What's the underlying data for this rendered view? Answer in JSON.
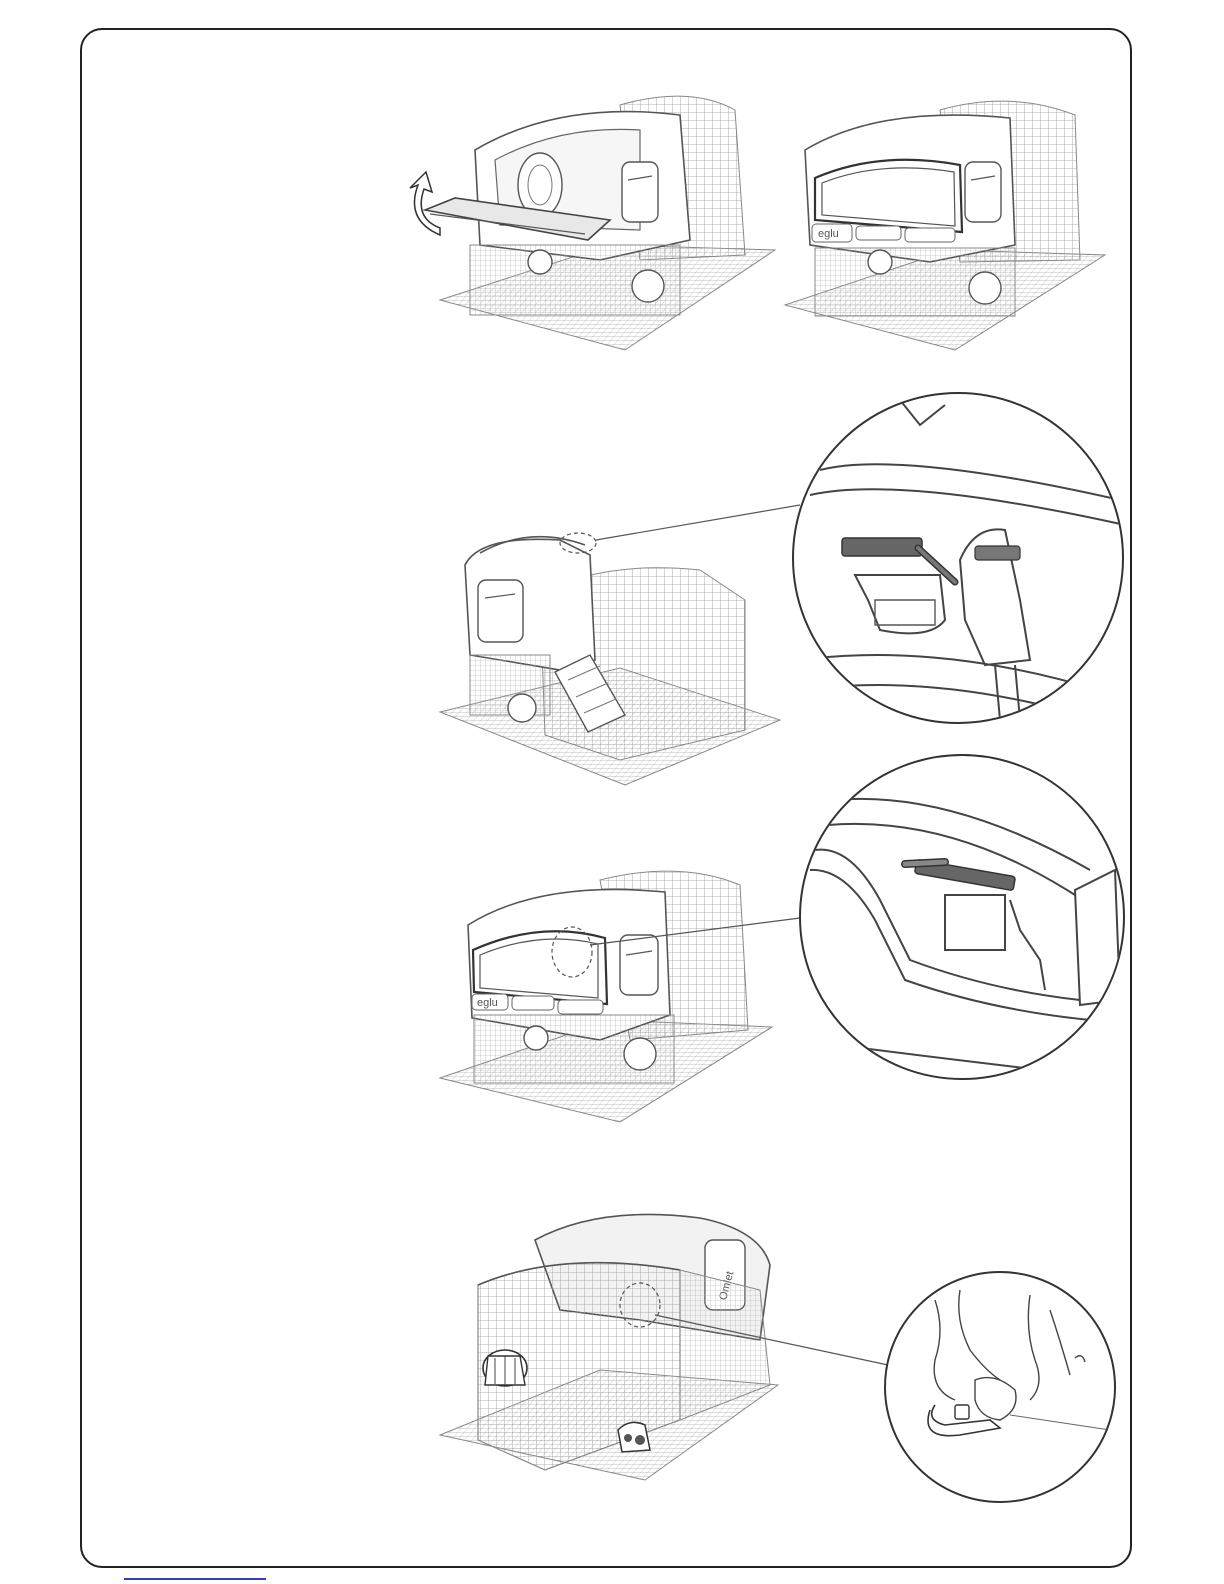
{
  "page": {
    "kind": "assembly instruction illustrations",
    "steps": [
      {
        "id": "step-1",
        "panels": [
          "open-floor-tray",
          "tray-closed"
        ]
      },
      {
        "id": "step-2",
        "panels": [
          "coop-rear-view",
          "detail-hinge-pin"
        ]
      },
      {
        "id": "step-3",
        "panels": [
          "coop-front-view",
          "detail-pin-lock"
        ]
      },
      {
        "id": "step-4",
        "panels": [
          "coop-run-view",
          "detail-clip"
        ]
      }
    ]
  },
  "brand": {
    "logo_small": "eglu",
    "logo_panel": "Omlet"
  },
  "colors": {
    "frame": "#222222",
    "line": "#555555",
    "mesh": "#9a9a9a",
    "rule": "#3040c0",
    "pin": "#666666"
  }
}
